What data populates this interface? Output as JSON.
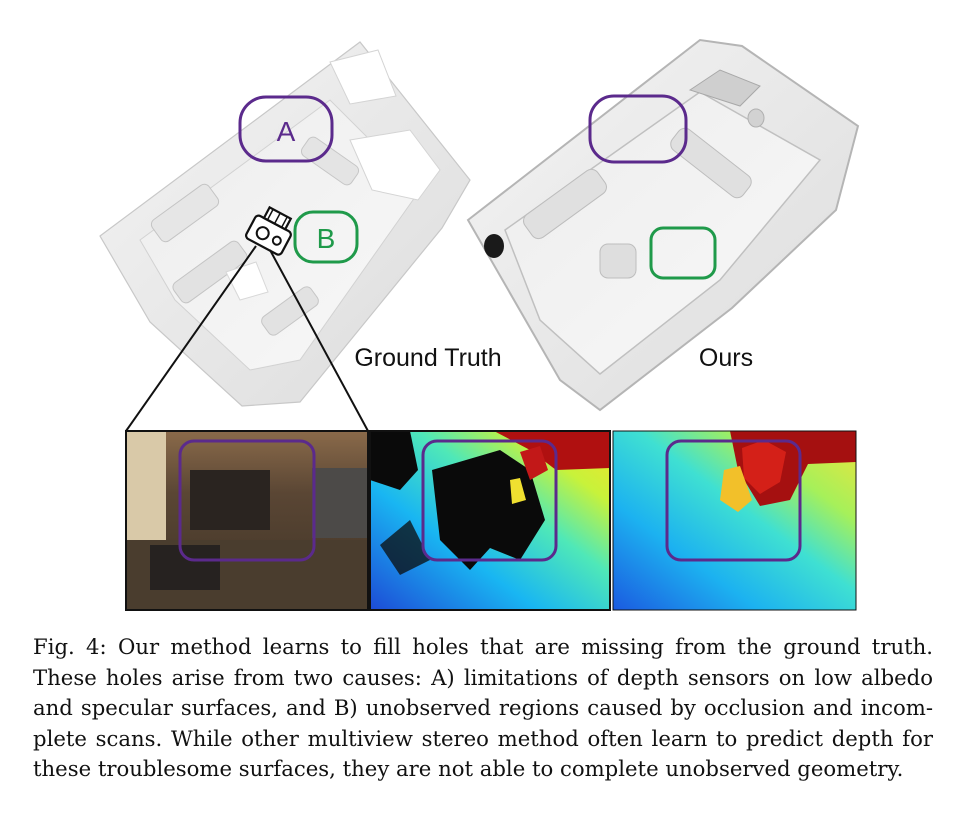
{
  "figure": {
    "labels": {
      "region_a": "A",
      "region_b": "B",
      "ground_truth": "Ground Truth",
      "ours": "Ours"
    },
    "colors": {
      "region_a": "#5b2a8c",
      "region_b": "#1f9a4a",
      "depth_box": "#5b2a8c"
    },
    "icons": [
      "camera-icon"
    ]
  },
  "caption": {
    "prefix": "Fig. 4:",
    "lines": [
      "Fig. 4: Our method learns to fill holes that are missing from the ground truth.",
      "These holes arise from two causes: A) limitations of depth sensors on low albedo",
      "and specular surfaces, and B) unobserved regions caused by occlusion and incom-",
      "plete scans. While other multiview stereo method often learn to predict depth for",
      "these troublesome surfaces, they are not able to complete unobserved geometry."
    ]
  }
}
